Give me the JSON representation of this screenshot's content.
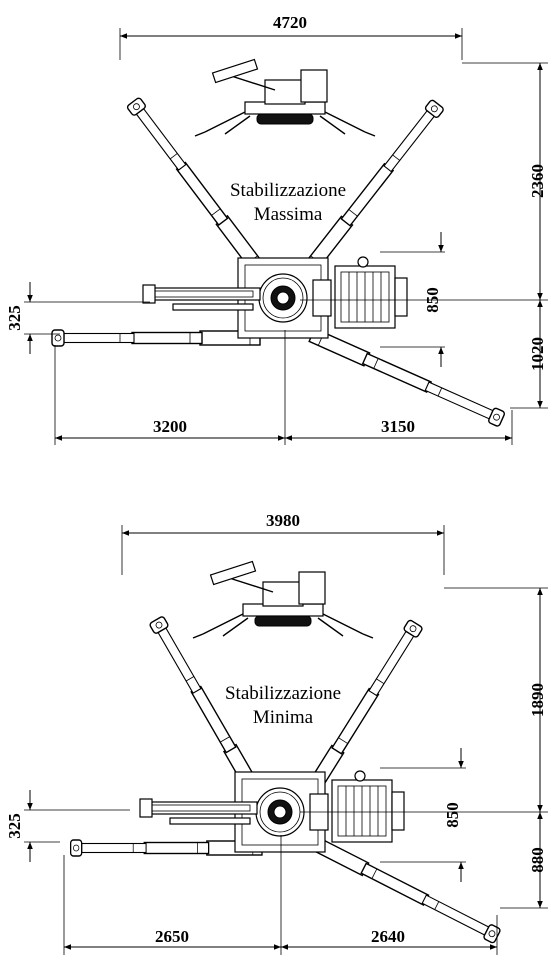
{
  "top_diagram": {
    "title_line1": "Stabilizzazione",
    "title_line2": "Massima",
    "dims": {
      "overall_width": "4720",
      "front_depth": "2360",
      "body_width": "850",
      "rear_depth": "1020",
      "side_offset": "325",
      "left_reach": "3200",
      "right_reach": "3150"
    }
  },
  "bottom_diagram": {
    "title_line1": "Stabilizzazione",
    "title_line2": "Minima",
    "dims": {
      "overall_width": "3980",
      "front_depth": "1890",
      "body_width": "850",
      "rear_depth": "880",
      "side_offset": "325",
      "left_reach": "2650",
      "right_reach": "2640"
    }
  }
}
